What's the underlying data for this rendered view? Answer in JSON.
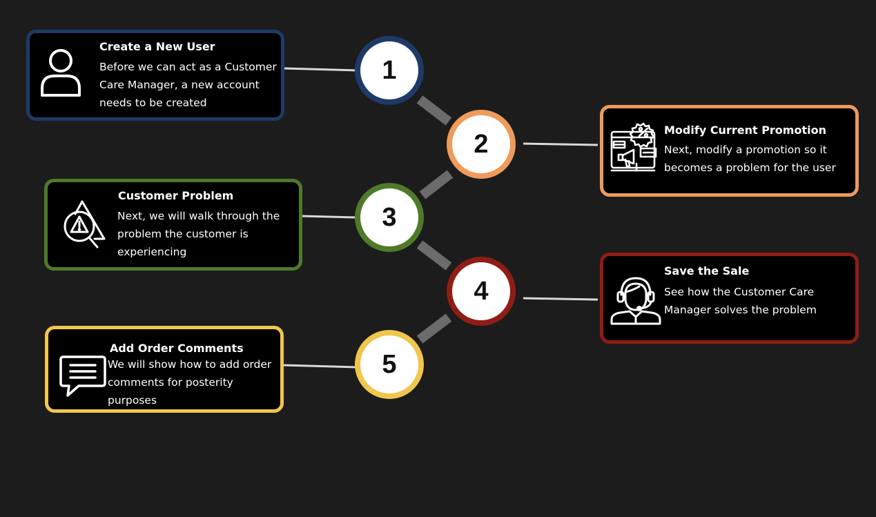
{
  "steps": [
    {
      "number": "1",
      "title": "Create a New User",
      "description": "Before we can act as a Customer Care Manager, a new account needs to be created",
      "icon": "user-icon",
      "color": "#1e3a66"
    },
    {
      "number": "2",
      "title": "Modify Current Promotion",
      "description": "Next, modify a promotion so it becomes a problem for the user",
      "icon": "promotion-icon",
      "color": "#ee9b5b"
    },
    {
      "number": "3",
      "title": "Customer Problem",
      "description": "Next, we will walk through the problem the customer is experiencing",
      "icon": "problem-search-icon",
      "color": "#4f7a2a"
    },
    {
      "number": "4",
      "title": "Save the Sale",
      "description": "See how the Customer Care Manager solves the problem",
      "icon": "headset-agent-icon",
      "color": "#8f1d16"
    },
    {
      "number": "5",
      "title": "Add Order Comments",
      "description": "We will show how to add order comments for posterity purposes",
      "icon": "comment-icon",
      "color": "#f0c64d"
    }
  ],
  "colors": {
    "background": "#1c1c1c",
    "card_background": "#000000",
    "connector": "#d9d9d9",
    "chain": "#6b6b6b",
    "text": "#ffffff",
    "number_text": "#111111"
  }
}
